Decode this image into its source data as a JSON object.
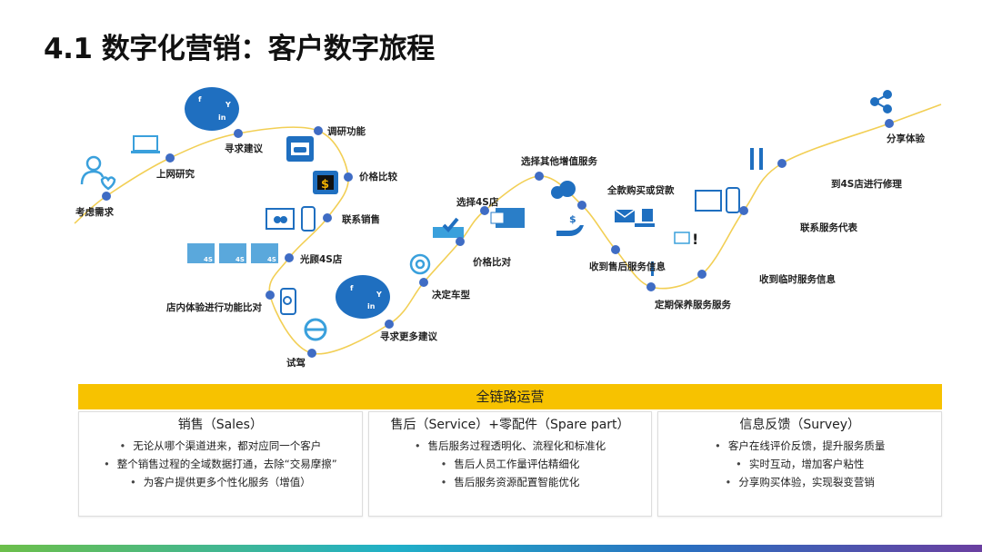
{
  "title": "4.1 数字化营销：客户数字旅程",
  "journey": {
    "stages": [
      "考虑需求",
      "上网研究",
      "寻求建议",
      "调研功能",
      "价格比较",
      "联系销售",
      "光顾4S店",
      "店内体验进行功能比对",
      "试驾",
      "寻求更多建议",
      "决定车型",
      "价格比对",
      "选择4S店",
      "选择其他增值服务",
      "全款购买或贷款",
      "收到售后服务信息",
      "定期保养服务服务",
      "收到临时服务信息",
      "联系服务代表",
      "到4S店进行修理",
      "分享体验"
    ],
    "icon_text": {
      "store": "4S",
      "dollar": "$",
      "alert": "!"
    }
  },
  "panel": {
    "banner": "全链路运营",
    "columns": [
      {
        "heading": "销售（Sales）",
        "items": [
          "无论从哪个渠道进来，都对应同一个客户",
          "整个销售过程的全域数据打通，去除“交易摩擦”",
          "为客户提供更多个性化服务（增值）"
        ]
      },
      {
        "heading": "售后（Service）+零配件（Spare part）",
        "items": [
          "售后服务过程透明化、流程化和标准化",
          "售后人员工作量评估精细化",
          "售后服务资源配置智能优化"
        ]
      },
      {
        "heading": "信息反馈（Survey）",
        "items": [
          "客户在线评价反馈，提升服务质量",
          "实时互动，增加客户粘性",
          "分享购买体验，实现裂变营销"
        ]
      }
    ]
  },
  "colors": {
    "accent": "#1f6fc0",
    "dot": "#3f6cc4",
    "curve": "#f2cf55",
    "banner": "#f7c200"
  }
}
